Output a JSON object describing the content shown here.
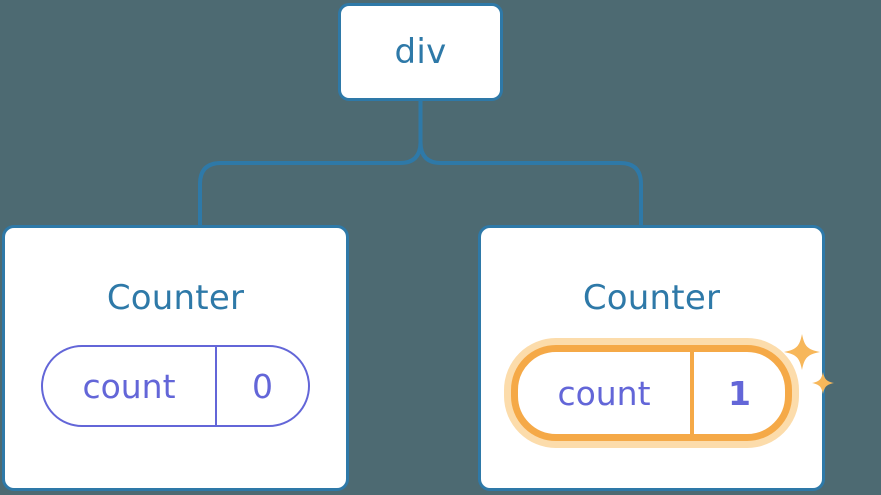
{
  "diagram": {
    "type": "component-tree",
    "background_color": "#4d6a72",
    "accent_color": "#2e79a8",
    "state_color": "#6366d8",
    "highlight_color": "#f5a947",
    "highlight_glow_color": "#fcdcab"
  },
  "root": {
    "label": "div"
  },
  "children": [
    {
      "title": "Counter",
      "state": {
        "key": "count",
        "value": "0",
        "highlighted": false
      }
    },
    {
      "title": "Counter",
      "state": {
        "key": "count",
        "value": "1",
        "highlighted": true,
        "sparkle_icon": "sparkles-icon"
      }
    }
  ]
}
